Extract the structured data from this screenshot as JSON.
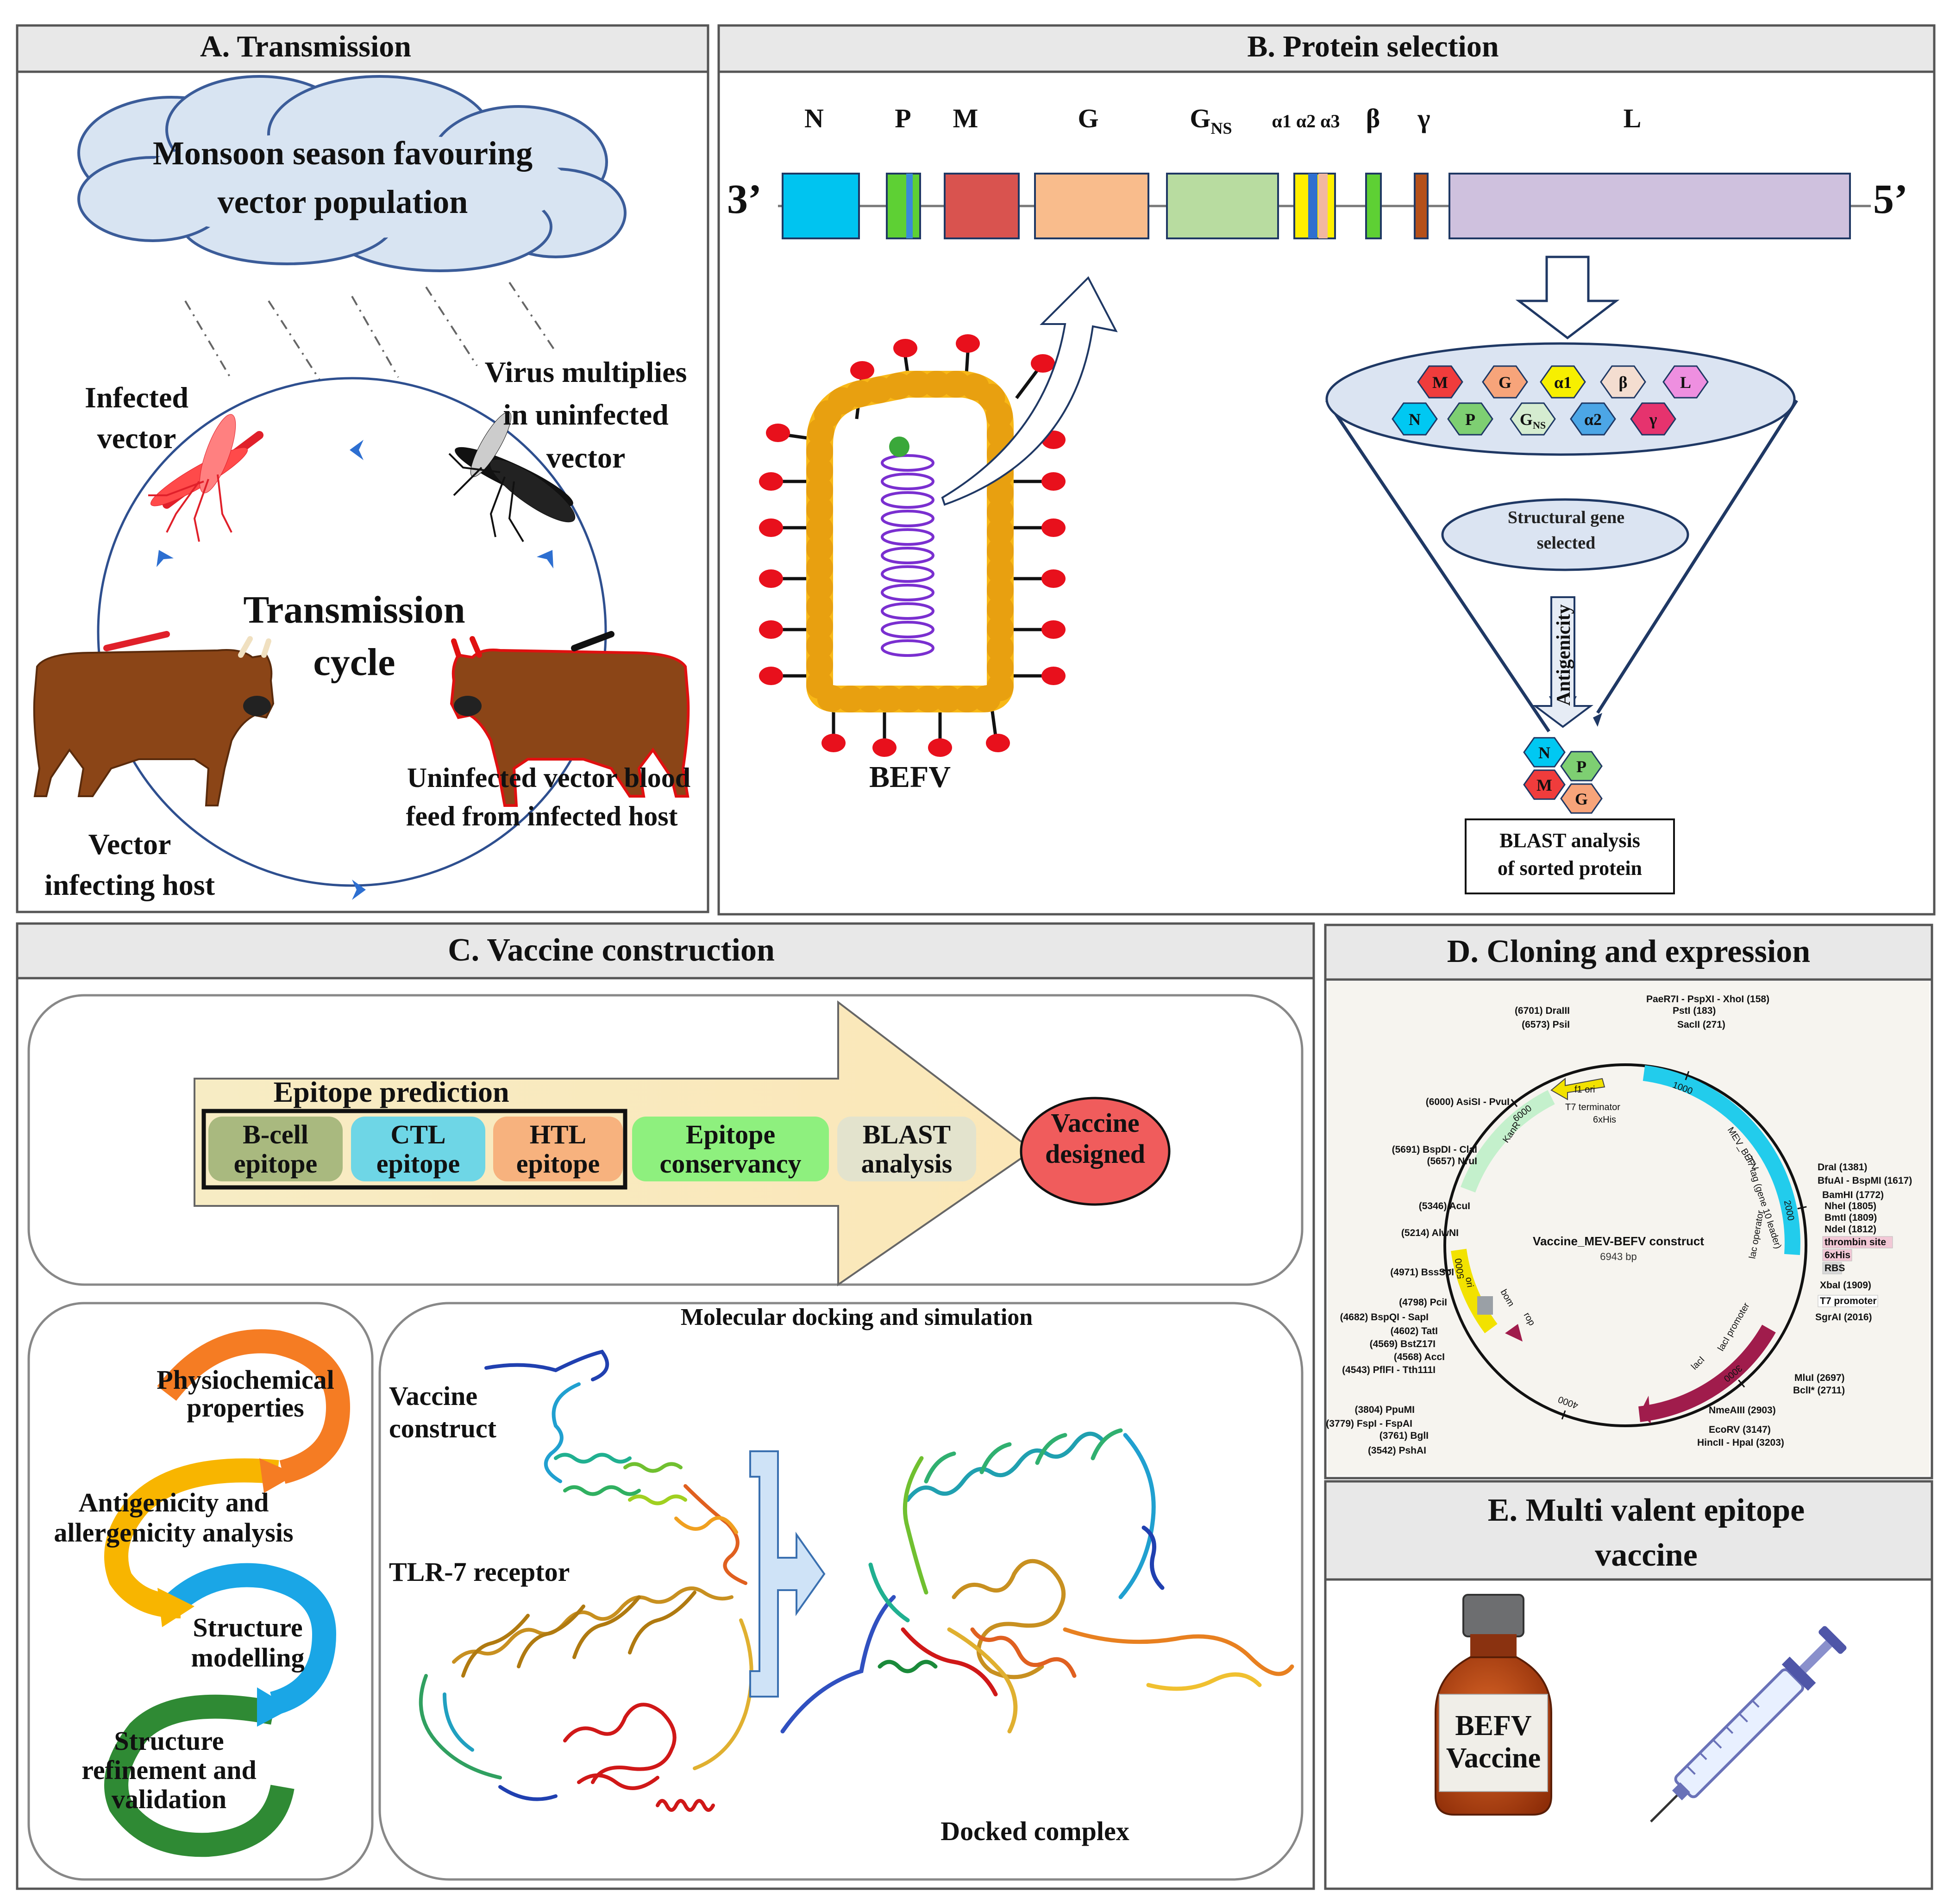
{
  "panels": {
    "a": {
      "title": "A. Transmission",
      "cloud_line1": "Monsoon season favouring",
      "cloud_line2": "vector population",
      "infected_vector_1": "Infected",
      "infected_vector_2": "vector",
      "virus_mult_1": "Virus multiplies",
      "virus_mult_2": "in uninfected",
      "virus_mult_3": "vector",
      "cycle_1": "Transmission",
      "cycle_2": "cycle",
      "uninfected_1": "Uninfected vector blood",
      "uninfected_2": "feed from infected host",
      "vector_host_1": "Vector",
      "vector_host_2": "infecting host"
    },
    "b": {
      "title": "B. Protein selection",
      "three_prime": "3’",
      "five_prime": "5’",
      "genes": [
        {
          "label": "N",
          "color": "#00c4f0"
        },
        {
          "label": "P",
          "color": "#5ed034"
        },
        {
          "label": "M",
          "color": "#d9534f"
        },
        {
          "label": "G",
          "color": "#f9bc8c"
        },
        {
          "label": "G",
          "sub": "NS",
          "color": "#b8dca0"
        },
        {
          "label": "α1 α2 α3",
          "color": "#ffef00"
        },
        {
          "label": "β",
          "color": "#5ed034"
        },
        {
          "label": "γ",
          "color": "#b5501a"
        },
        {
          "label": "L",
          "color": "#cfc1de"
        }
      ],
      "hexes_top": [
        {
          "label": "M",
          "color": "#f03c3c"
        },
        {
          "label": "G",
          "color": "#f7a47a"
        },
        {
          "label": "α1",
          "color": "#f7ef00"
        },
        {
          "label": "β",
          "color": "#f4ddd0"
        },
        {
          "label": "L",
          "color": "#ee8fe0"
        }
      ],
      "hexes_bottom": [
        {
          "label": "N",
          "color": "#00c8f2"
        },
        {
          "label": "P",
          "color": "#7ecf72"
        },
        {
          "label": "G",
          "sub": "NS",
          "color": "#d5ecd0"
        },
        {
          "label": "α2",
          "color": "#4ca6e6"
        },
        {
          "label": "γ",
          "color": "#e6336e"
        }
      ],
      "structural_1": "Structural gene",
      "structural_2": "selected",
      "antigenicity": "Antigenicity",
      "final_hexes": [
        {
          "label": "N",
          "color": "#00c8f2"
        },
        {
          "label": "P",
          "color": "#7ecf72"
        },
        {
          "label": "M",
          "color": "#f03c3c"
        },
        {
          "label": "G",
          "color": "#f7a47a"
        }
      ],
      "blast_1": "BLAST analysis",
      "blast_2": "of sorted protein",
      "befv": "BEFV"
    },
    "c": {
      "title": "C. Vaccine construction",
      "epitope_prediction": "Epitope prediction",
      "boxes": [
        {
          "l1": "B-cell",
          "l2": "epitope",
          "color": "#a9b97f"
        },
        {
          "l1": "CTL",
          "l2": "epitope",
          "color": "#6ed6e6"
        },
        {
          "l1": "HTL",
          "l2": "epitope",
          "color": "#f7b27e"
        },
        {
          "l1": "Epitope",
          "l2": "conservancy",
          "color": "#8ef07e"
        },
        {
          "l1": "BLAST",
          "l2": "analysis",
          "color": "#e3e3cd"
        }
      ],
      "vaccine_designed_1": "Vaccine",
      "vaccine_designed_2": "designed",
      "steps": [
        {
          "l1": "Physiochemical",
          "l2": "properties"
        },
        {
          "l1": "Antigenicity and",
          "l2": "allergenicity analysis"
        },
        {
          "l1": "Structure",
          "l2": "modelling"
        },
        {
          "l1": "Structure",
          "l2": "refinement and",
          "l3": "validation"
        }
      ],
      "docking_title": "Molecular docking and simulation",
      "vaccine_construct_1": "Vaccine",
      "vaccine_construct_2": "construct",
      "tlr7": "TLR-7 receptor",
      "docked": "Docked complex"
    },
    "d": {
      "title": "D. Cloning and expression",
      "center_1": "Vaccine_MEV-BEFV construct",
      "center_2": "6943 bp",
      "sites_right": [
        "PaeR7I - PspXI - XhoI  (158)",
        "PstI  (183)",
        "SacII  (271)",
        "DraI  (1381)",
        "BfuAI - BspMI  (1617)",
        "BamHI  (1772)",
        "NheI  (1805)",
        "BmtI  (1809)",
        "NdeI  (1812)",
        "thrombin site",
        "6xHis",
        "RBS",
        "XbaI  (1909)",
        "T7 promoter",
        "SgrAI  (2016)",
        "MluI  (2697)",
        "BclI*  (2711)",
        "NmeAIII  (2903)",
        "EcoRV  (3147)",
        "HincII - HpaI  (3203)"
      ],
      "sites_left": [
        "(6701)  DraIII",
        "(6573)  PsiI",
        "(6000)  AsiSI - PvuI",
        "(5691)  BspDI - ClaI",
        "(5657)  NruI",
        "(5346)  AcuI",
        "(5214)  AlwNI",
        "(4971)  BssSoI",
        "(4798)  PciI",
        "(4682)  BspQI - SapI",
        "(4602)  TatI",
        "(4569)  BstZ17I",
        "(4568)  AccI",
        "(4543)  PflFI - Tth111I",
        "(3804)  PpuMI",
        "(3779)  FspI - FspAI",
        "(3761)  BglI",
        "(3542)  PshAI"
      ],
      "features": {
        "f1_ori": "f1 ori",
        "t7_terminator": "T7 terminator",
        "sixhis": "6xHis",
        "mev_befv": "MEV_BEFV",
        "t7tag": "T7 tag (gene 10 leader)",
        "kanr": "KanR",
        "ori": "ori",
        "lac_operator": "lac operator",
        "laci_promoter": "lacI promoter",
        "laci": "lacI",
        "bom": "bom",
        "rop": "rop"
      },
      "ticks": [
        "1000",
        "2000",
        "3000",
        "4000",
        "5000",
        "6000"
      ]
    },
    "e": {
      "title_1": "E. Multi valent epitope",
      "title_2": "vaccine",
      "vial_1": "BEFV",
      "vial_2": "Vaccine"
    }
  }
}
